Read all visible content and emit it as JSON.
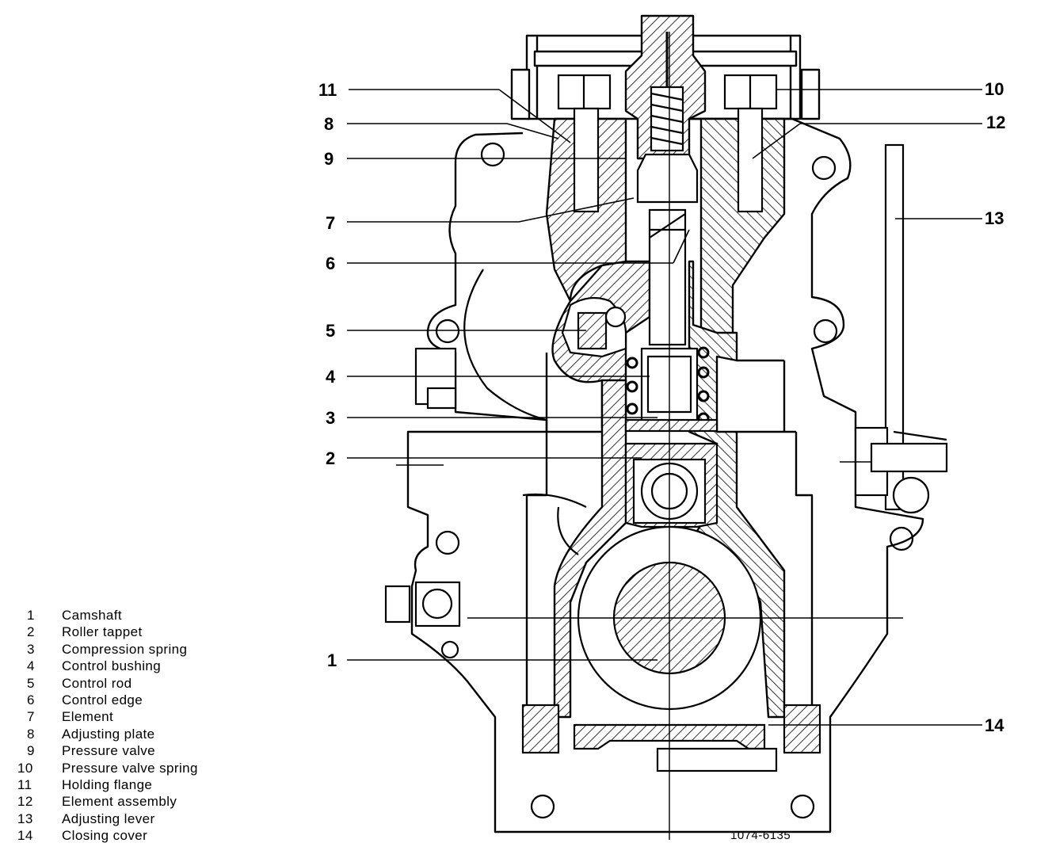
{
  "callouts": {
    "c1": "1",
    "c2": "2",
    "c3": "3",
    "c4": "4",
    "c5": "5",
    "c6": "6",
    "c7": "7",
    "c8": "8",
    "c9": "9",
    "c10": "10",
    "c11": "11",
    "c12": "12",
    "c13": "13",
    "c14": "14"
  },
  "legend": [
    {
      "num": "1",
      "label": "Camshaft"
    },
    {
      "num": "2",
      "label": "Roller tappet"
    },
    {
      "num": "3",
      "label": "Compression spring"
    },
    {
      "num": "4",
      "label": "Control bushing"
    },
    {
      "num": "5",
      "label": "Control rod"
    },
    {
      "num": "6",
      "label": "Control edge"
    },
    {
      "num": "7",
      "label": "Element"
    },
    {
      "num": "8",
      "label": "Adjusting plate"
    },
    {
      "num": "9",
      "label": "Pressure valve"
    },
    {
      "num": "10",
      "label": "Pressure valve spring"
    },
    {
      "num": "11",
      "label": "Holding flange"
    },
    {
      "num": "12",
      "label": "Element assembly"
    },
    {
      "num": "13",
      "label": "Adjusting lever"
    },
    {
      "num": "14",
      "label": "Closing cover"
    }
  ],
  "drawing_id": "1074-6135",
  "colors": {
    "ink": "#000000",
    "paper": "#ffffff"
  }
}
